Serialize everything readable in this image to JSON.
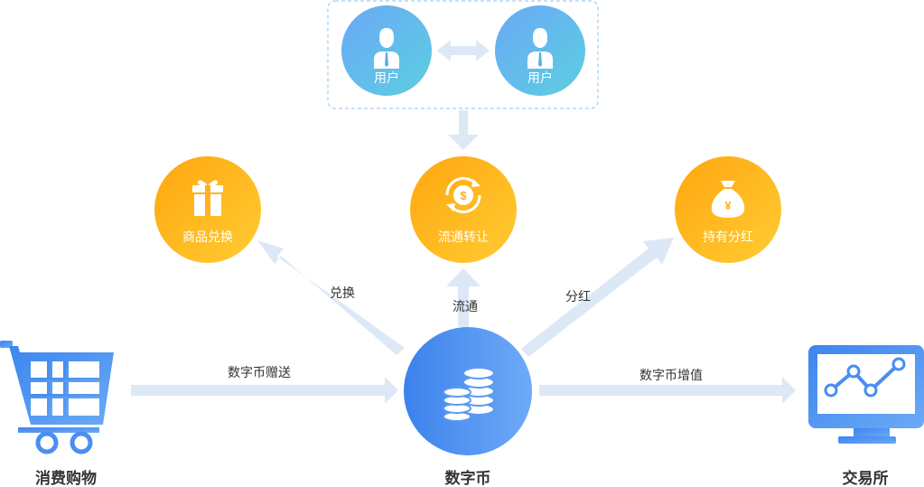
{
  "nodes": {
    "user_left": {
      "label": "用户",
      "icon": "user-icon"
    },
    "user_right": {
      "label": "用户",
      "icon": "user-icon"
    },
    "goods_exchange": {
      "label": "商品兑换",
      "icon": "gift-icon"
    },
    "circulation": {
      "label": "流通转让",
      "icon": "coin-cycle-icon"
    },
    "dividend": {
      "label": "持有分红",
      "icon": "money-bag-icon"
    },
    "shopping": {
      "label": "消费购物",
      "icon": "shopping-cart-icon"
    },
    "digital_coin": {
      "label": "数字币",
      "icon": "coin-stack-icon"
    },
    "exchange": {
      "label": "交易所",
      "icon": "monitor-chart-icon"
    }
  },
  "edges": {
    "exchange_label": "兑换",
    "circulation_label": "流通",
    "dividend_label": "分红",
    "gift_label": "数字币赠送",
    "appreciation_label": "数字币增值"
  },
  "colors": {
    "orange_start": "#ffa60f",
    "orange_end": "#ffcc33",
    "blue_start": "#3c82ec",
    "blue_end": "#6eaaf8",
    "user_start": "#6aa8f6",
    "user_end": "#5ccfe0",
    "arrow": "#dde8f7",
    "dashed_border": "#8ec3f0"
  }
}
